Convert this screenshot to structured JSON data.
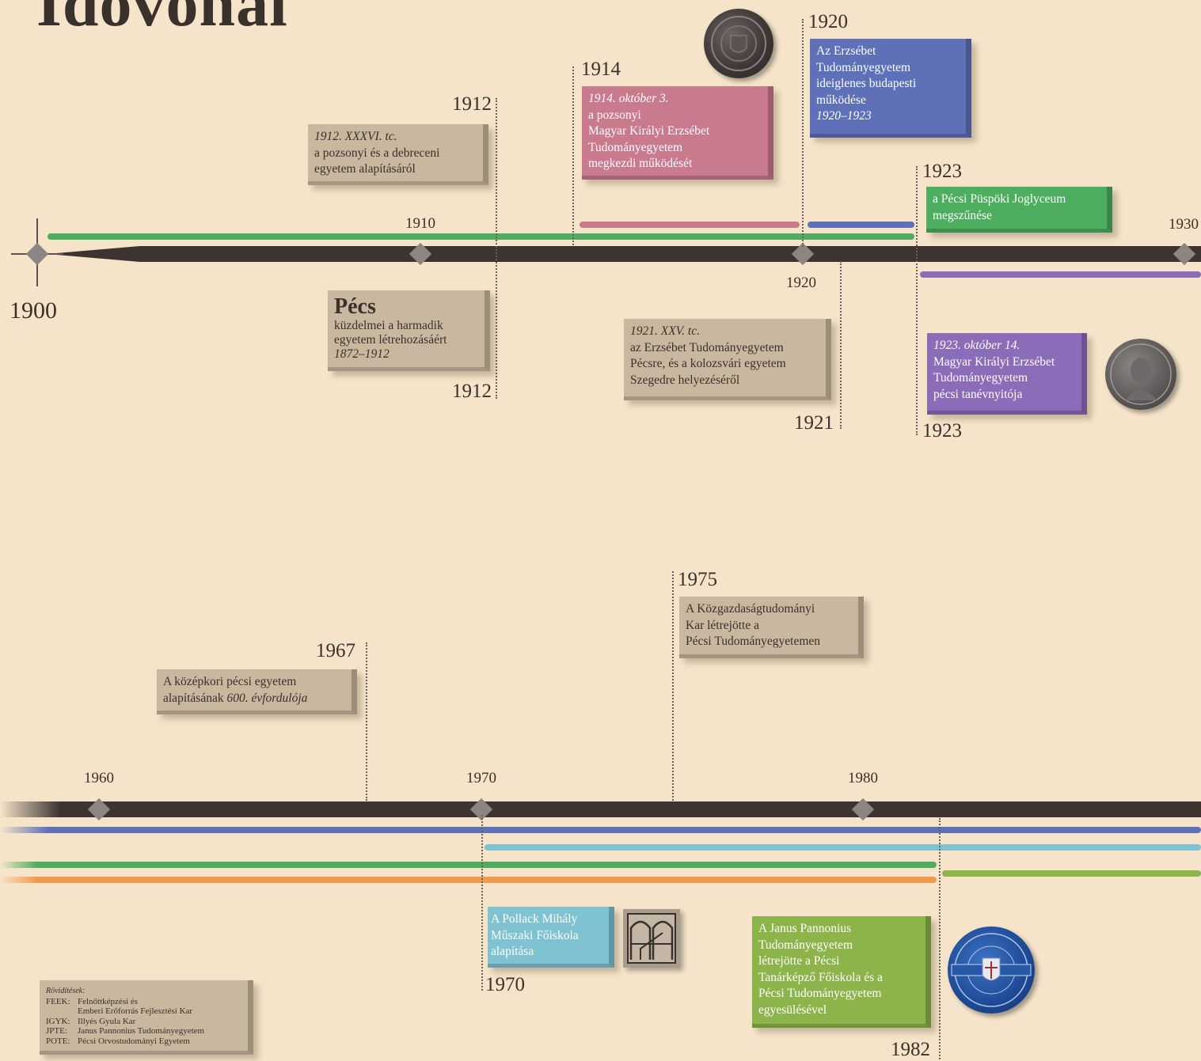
{
  "title": "Idővonal",
  "top": {
    "start_year": "1900",
    "ticks": {
      "t1910": "1910",
      "t1920": "1920",
      "t1930": "1930"
    },
    "markers": {
      "m1912a": "1912",
      "m1914": "1914",
      "m1920": "1920",
      "m1923a": "1923",
      "m1912b": "1912",
      "m1921": "1921",
      "m1923b": "1923"
    },
    "boxes": {
      "b1912_law": [
        "1912. XXXVI. tc.",
        "a pozsonyi és a debreceni",
        "egyetem alapításáról"
      ],
      "b1914": [
        "1914. október 3.",
        "a pozsonyi",
        "Magyar Királyi Erzsébet",
        "Tudományegyetem",
        "megkezdi működését"
      ],
      "b1920": [
        "Az Erzsébet",
        "Tudományegyetem",
        "ideiglenes budapesti",
        "működése",
        "1920–1923"
      ],
      "b1923_jog": [
        "a Pécsi Püspöki Joglyceum",
        "megszűnése"
      ],
      "b_pecs": [
        "Pécs",
        "küzdelmei a harmadik",
        "egyetem létrehozásáért",
        "1872–1912"
      ],
      "b1921": [
        "1921. XXV. tc.",
        "az Erzsébet Tudományegyetem",
        "Pécsre, és a kolozsvári egyetem",
        "Szegedre helyezéséről"
      ],
      "b1923_open": [
        "1923. október 14.",
        "Magyar Királyi Erzsébet",
        "Tudományegyetem",
        "pécsi tanévnyitója"
      ]
    }
  },
  "bottom": {
    "ticks": {
      "t1960": "1960",
      "t1970": "1970",
      "t1980": "1980"
    },
    "markers": {
      "m1975": "1975",
      "m1967": "1967",
      "m1970": "1970",
      "m1982": "1982"
    },
    "boxes": {
      "b1975": [
        "A Közgazdaságtudományi",
        "Kar létrejötte a",
        "Pécsi Tudományegyetemen"
      ],
      "b1967": [
        "A középkori pécsi egyetem",
        "alapításának ",
        "600. évfordulója"
      ],
      "b1970": [
        "A Pollack Mihály",
        "Műszaki Főiskola",
        "alapítása"
      ],
      "b1982": [
        "A Janus Pannonius",
        "Tudományegyetem",
        "létrejötte a Pécsi",
        "Tanárképző Főiskola és a",
        "Pécsi Tudományegyetem",
        "egyesülésével"
      ]
    }
  },
  "legend": {
    "heading": "Rövidítések:",
    "rows": [
      {
        "k": "FEEK:",
        "v": "Felnőttképzési és"
      },
      {
        "k": "",
        "v": "Emberi Erőforrás Fejlesztési Kar"
      },
      {
        "k": "IGYK:",
        "v": "Illyés Gyula Kar"
      },
      {
        "k": "JPTE:",
        "v": "Janus Pannonius Tudományegyetem"
      },
      {
        "k": "POTE:",
        "v": "Pécsi Orvostudományi Egyetem"
      }
    ]
  },
  "colors": {
    "green": "#4cae5e",
    "pink": "#c97a8d",
    "blue": "#5d70b8",
    "purple": "#8b6cb8",
    "cyan": "#7fc2d2",
    "lime": "#8cb44a",
    "orange": "#f09a4e",
    "axis": "#3d3432",
    "tan": "#c8b8a0"
  },
  "icons": [
    "seal-medallion-icon",
    "portrait-medal-icon",
    "pollack-logo-icon",
    "jpte-seal-icon"
  ]
}
